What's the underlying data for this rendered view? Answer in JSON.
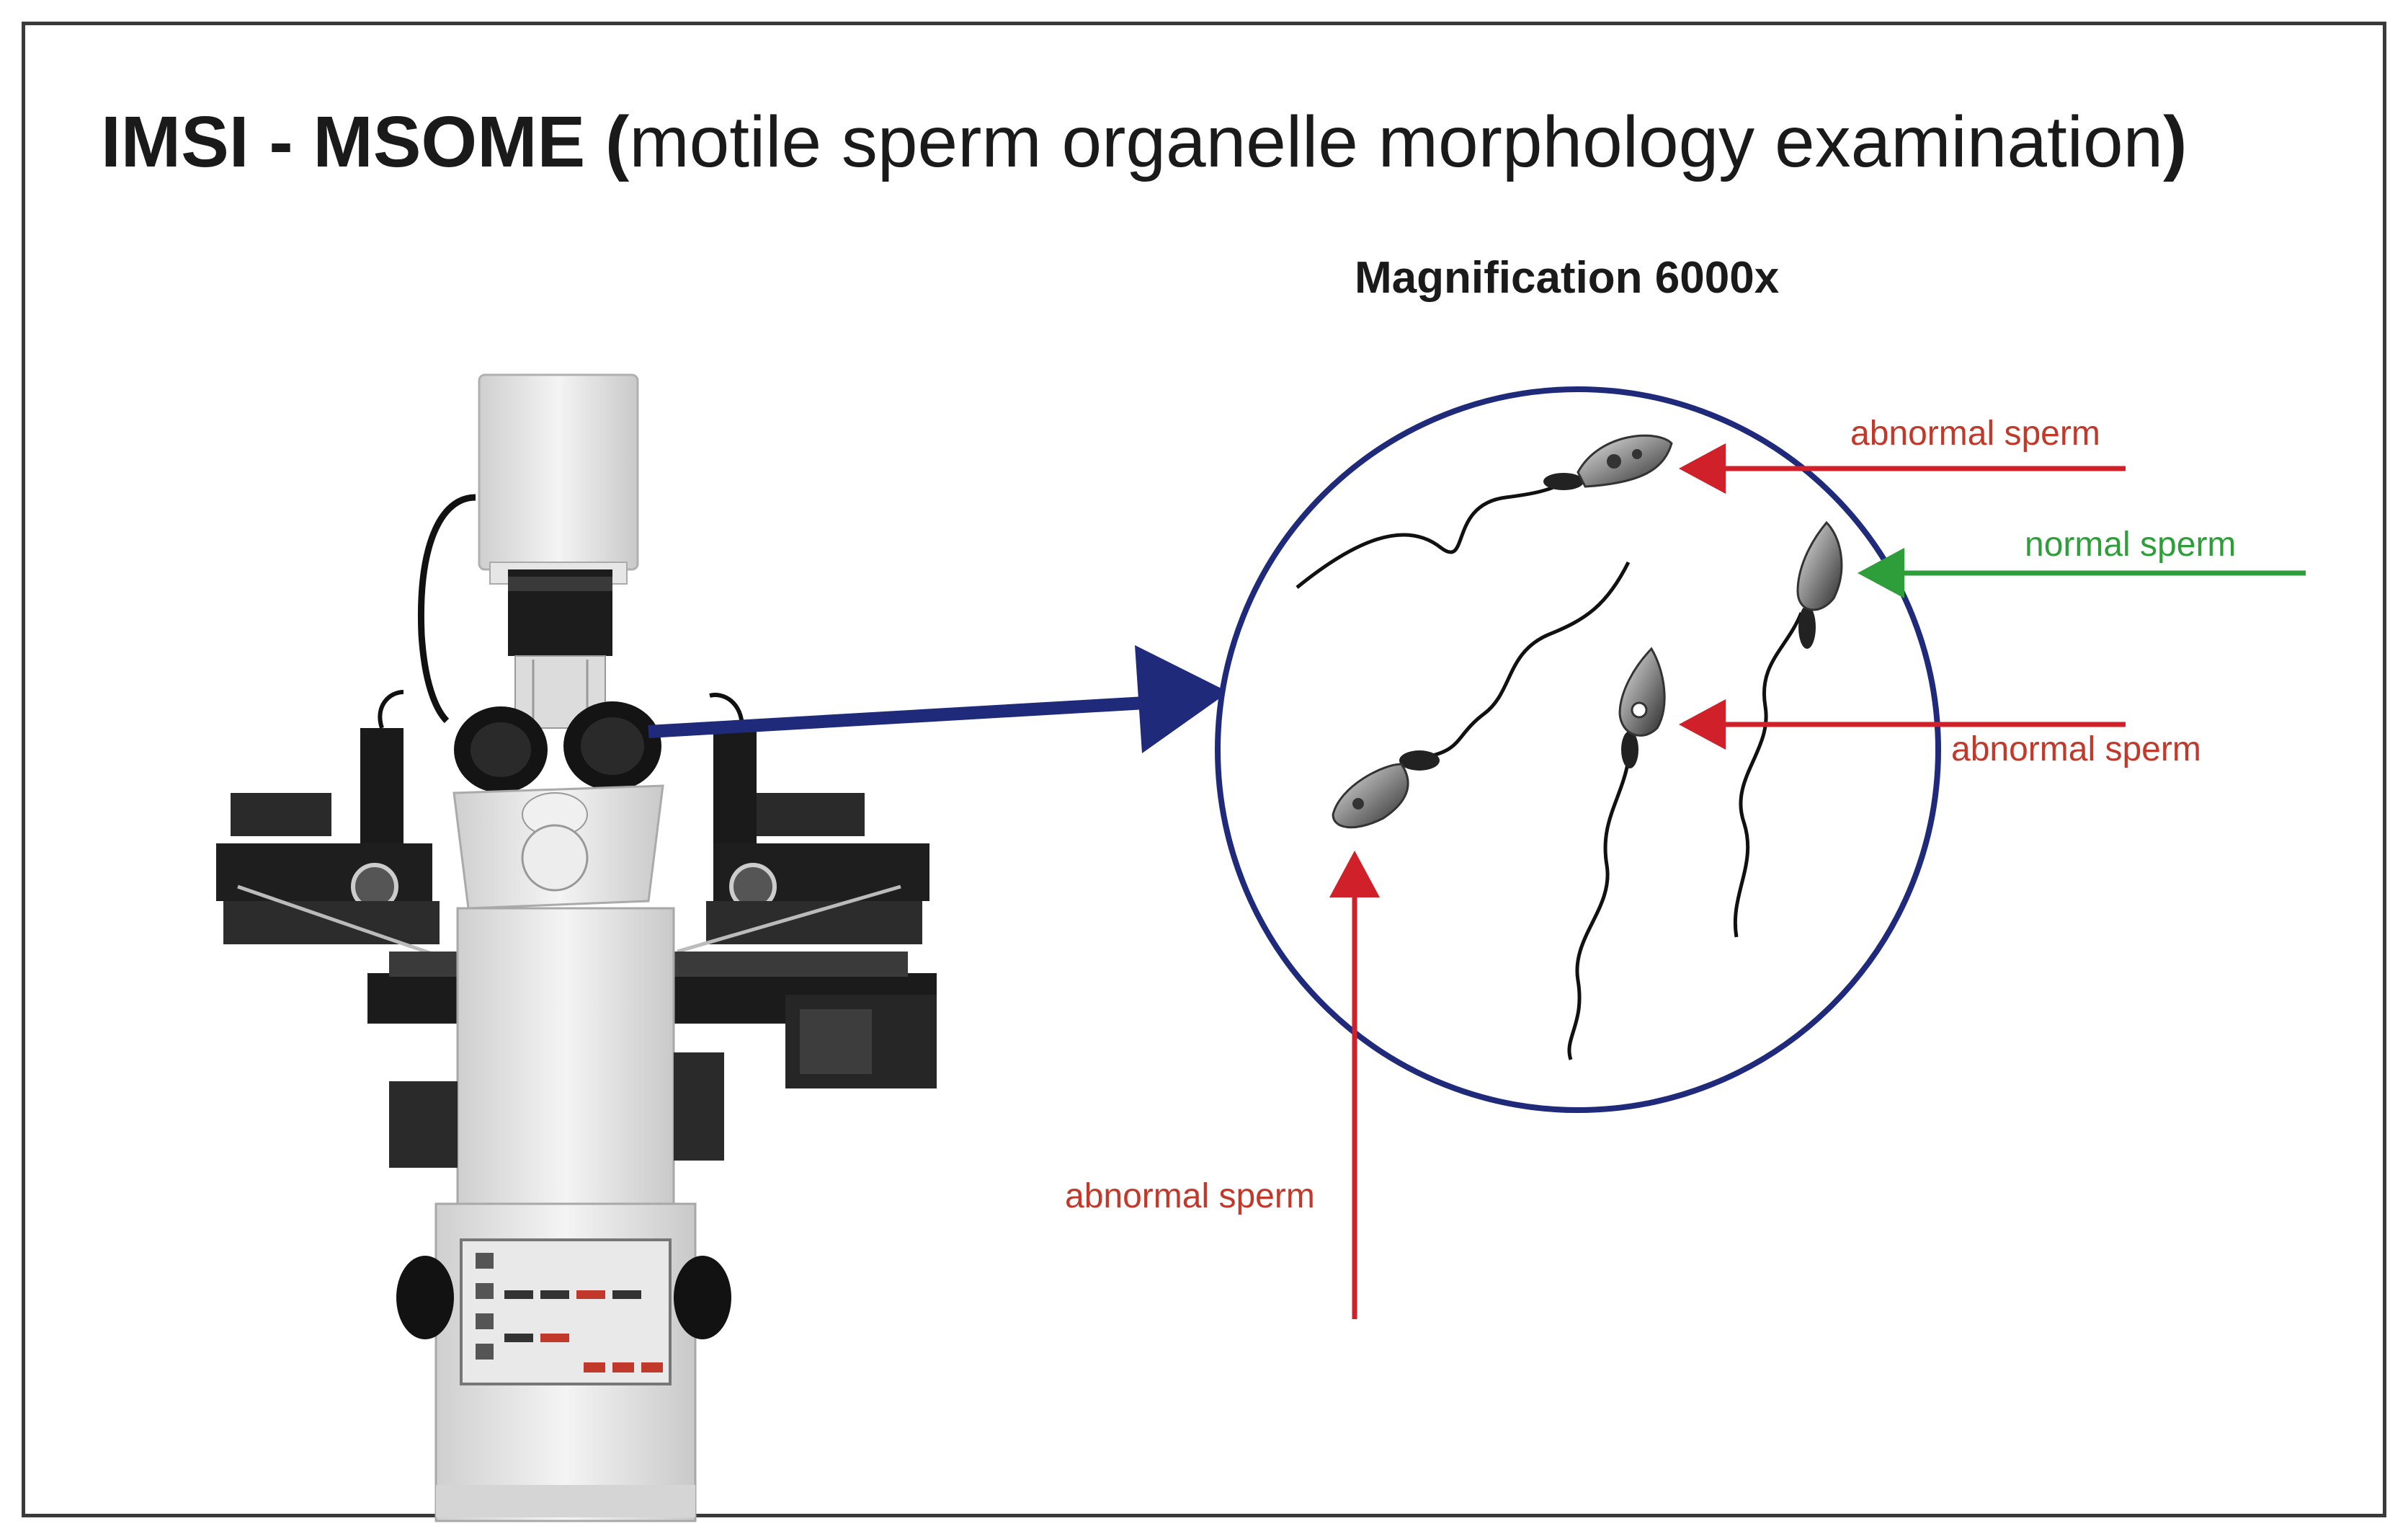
{
  "title": {
    "main": "IMSI - MSOME (",
    "sub": "motile sperm organelle morphology examination",
    "close": ")"
  },
  "magnification_label": "Magnification 6000x",
  "labels": {
    "abnormal_top": "abnormal sperm",
    "normal": "normal sperm",
    "abnormal_middle": "abnormal sperm",
    "abnormal_bottom": "abnormal sperm"
  },
  "colors": {
    "circle": "#1f2a7a",
    "pointer_arrow": "#1f2a7a",
    "abnormal": "#d0202a",
    "normal": "#2e9e3a"
  },
  "icons": {
    "microscope": "inverted-microscope-illustration",
    "sperm": "sperm-cell-illustration"
  }
}
